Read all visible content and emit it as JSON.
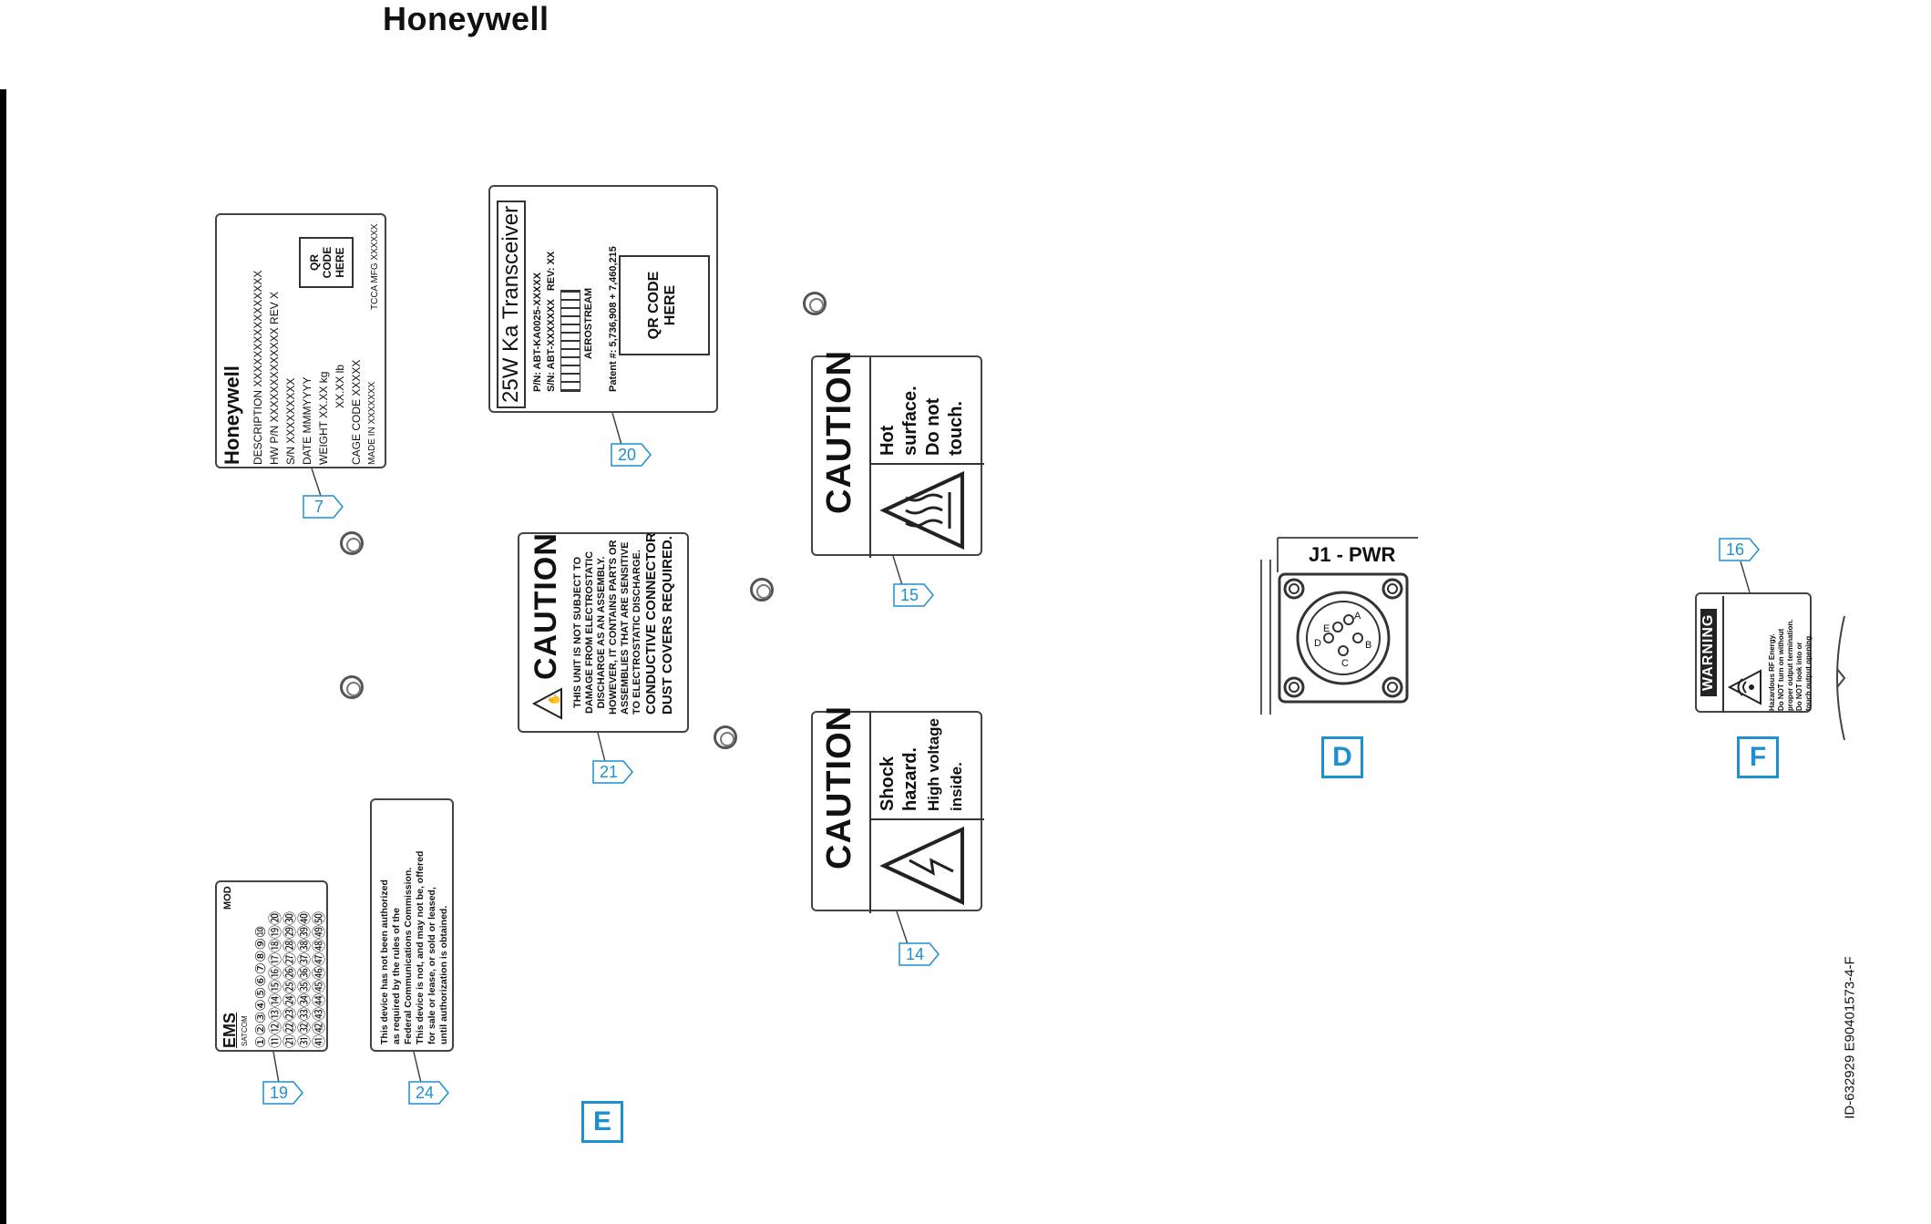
{
  "header": {
    "brand": "Honeywell"
  },
  "labels": {
    "id_plate": {
      "brand": "Honeywell",
      "rows": [
        "DESCRIPTION  XXXXXXXXXXXXXXXX",
        "HW P/N  XXXXXXXXXXXXX   REV  X",
        "S/N  XXXXXXXXX",
        "DATE  MMMYYYY",
        "WEIGHT  XX.XX  kg",
        "XX.XX  lb",
        "CAGE CODE  XXXXX",
        "MADE IN XXXXXXX"
      ],
      "qr": "QR CODE HERE",
      "tcca": "TCCA MFG XXXXXX"
    },
    "transceiver": {
      "title": "25W Ka Transceiver",
      "pn": "P/N: ABT-KA0025-XXXXX",
      "sn": "S/N: ABT-XXXXXXX",
      "rev": "REV: XX",
      "aero": "AEROSTREAM",
      "patent": "Patent #: 5,736,908 + 7,460,215",
      "qr": "QR CODE HERE"
    },
    "esd": {
      "heading": "CAUTION",
      "lines": [
        "THIS UNIT IS NOT SUBJECT TO",
        "DAMAGE FROM ELECTROSTATIC",
        "DISCHARGE AS AN ASSEMBLY.",
        "HOWEVER, IT CONTAINS PARTS OR",
        "ASSEMBLIES THAT ARE SENSITIVE",
        "TO ELECTROSTATIC DISCHARGE.",
        "CONDUCTIVE CONNECTOR",
        "DUST COVERS REQUIRED."
      ]
    },
    "hot": {
      "heading": "CAUTION",
      "lines": [
        "Hot",
        "surface.",
        "Do not",
        "touch."
      ]
    },
    "shock": {
      "heading": "CAUTION",
      "lines": [
        "Shock",
        "hazard.",
        "High voltage",
        "inside."
      ]
    },
    "mod": {
      "brand": "EMS",
      "sub": "SATCOM",
      "title": "MOD",
      "rows": [
        "①②③④⑤⑥⑦⑧⑨⑩",
        "⑪⑫⑬⑭⑮⑯⑰⑱⑲⑳",
        "㉑㉒㉓㉔㉕㉖㉗㉘㉙㉚",
        "㉛㉜㉝㉞㉟㊱㊲㊳㊴㊵",
        "㊶㊷㊸㊹㊺㊻㊼㊽㊾㊿"
      ]
    },
    "fcc": {
      "lines": [
        "This device has not been authorized",
        "as required by the rules of the",
        "Federal Communications Commission.",
        "This device is not, and may not be, offered",
        "for sale or lease, or sold or leased,",
        "until authorization is obtained."
      ]
    },
    "rf": {
      "heading": "WARNING",
      "lines": [
        "Hazardous RF Energy.",
        "Do NOT turn on without",
        "proper output termination.",
        "Do NOT look into or",
        "touch output opening."
      ]
    }
  },
  "connector": {
    "title": "J1 - PWR",
    "pins": [
      "A",
      "B",
      "C",
      "D",
      "E"
    ]
  },
  "callouts": [
    "7",
    "20",
    "21",
    "15",
    "14",
    "19",
    "24",
    "16"
  ],
  "views": [
    "D",
    "E",
    "F"
  ],
  "figure_id": "ID-632929   E90401573-4-F",
  "colors": {
    "callout": "#1e8fcf",
    "line": "#444444"
  }
}
